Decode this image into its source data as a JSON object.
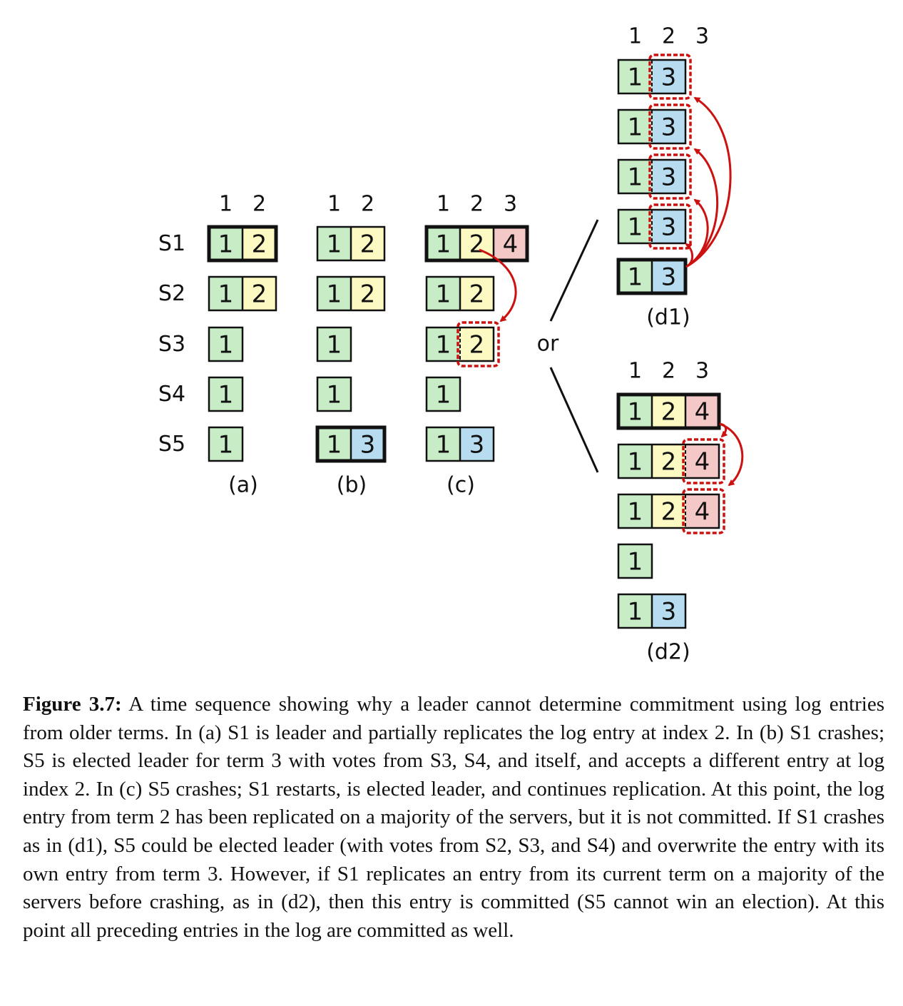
{
  "colors": {
    "term_1": "#c8edc6",
    "term_2": "#fdf9c3",
    "term_3": "#b8dcef",
    "term_4": "#f5c8c8",
    "arrow": "#cc1111",
    "highlight": "#cc1111"
  },
  "server_labels": [
    "S1",
    "S2",
    "S3",
    "S4",
    "S5"
  ],
  "separator_text": "or",
  "panels": [
    {
      "id": "a",
      "label": "(a)",
      "indices": [
        "1",
        "2"
      ],
      "logs": [
        {
          "entries": [
            1,
            2
          ],
          "leader": true
        },
        {
          "entries": [
            1,
            2
          ]
        },
        {
          "entries": [
            1
          ]
        },
        {
          "entries": [
            1
          ]
        },
        {
          "entries": [
            1
          ]
        }
      ]
    },
    {
      "id": "b",
      "label": "(b)",
      "indices": [
        "1",
        "2"
      ],
      "logs": [
        {
          "entries": [
            1,
            2
          ]
        },
        {
          "entries": [
            1,
            2
          ]
        },
        {
          "entries": [
            1
          ]
        },
        {
          "entries": [
            1
          ]
        },
        {
          "entries": [
            1,
            3
          ],
          "leader": true
        }
      ]
    },
    {
      "id": "c",
      "label": "(c)",
      "indices": [
        "1",
        "2",
        "3"
      ],
      "logs": [
        {
          "entries": [
            1,
            2,
            4
          ],
          "leader": true
        },
        {
          "entries": [
            1,
            2
          ]
        },
        {
          "entries": [
            1,
            2
          ],
          "highlight": 1
        },
        {
          "entries": [
            1
          ]
        },
        {
          "entries": [
            1,
            3
          ]
        }
      ]
    },
    {
      "id": "d1",
      "label": "(d1)",
      "indices": [
        "1",
        "2",
        "3"
      ],
      "logs": [
        {
          "entries": [
            1,
            3
          ],
          "highlight": 1
        },
        {
          "entries": [
            1,
            3
          ],
          "highlight": 1
        },
        {
          "entries": [
            1,
            3
          ],
          "highlight": 1
        },
        {
          "entries": [
            1,
            3
          ],
          "highlight": 1
        },
        {
          "entries": [
            1,
            3
          ],
          "leader": true
        }
      ]
    },
    {
      "id": "d2",
      "label": "(d2)",
      "indices": [
        "1",
        "2",
        "3"
      ],
      "logs": [
        {
          "entries": [
            1,
            2,
            4
          ],
          "leader": true
        },
        {
          "entries": [
            1,
            2,
            4
          ],
          "highlight": 2
        },
        {
          "entries": [
            1,
            2,
            4
          ],
          "highlight": 2
        },
        {
          "entries": [
            1
          ]
        },
        {
          "entries": [
            1,
            3
          ]
        }
      ]
    }
  ],
  "caption": {
    "label": "Figure 3.7:",
    "text": "A time sequence showing why a leader cannot determine commitment using log entries from older terms. In (a) S1 is leader and partially replicates the log entry at index 2. In (b) S1 crashes; S5 is elected leader for term 3 with votes from S3, S4, and itself, and accepts a different entry at log index 2. In (c) S5 crashes; S1 restarts, is elected leader, and continues replication. At this point, the log entry from term 2 has been replicated on a majority of the servers, but it is not committed. If S1 crashes as in (d1), S5 could be elected leader (with votes from S2, S3, and S4) and overwrite the entry with its own entry from term 3. However, if S1 replicates an entry from its current term on a majority of the servers before crashing, as in (d2), then this entry is committed (S5 cannot win an election). At this point all preceding entries in the log are committed as well."
  }
}
